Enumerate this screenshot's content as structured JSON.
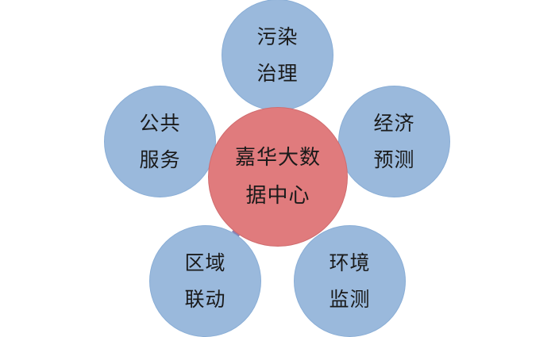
{
  "diagram": {
    "center": {
      "line1": "嘉华大数",
      "line2": "据中心",
      "color": "#e07b7d"
    },
    "satellite_color": "#9ab9dc",
    "connector_color": "#8a7fb0",
    "satellites": [
      {
        "line1": "污染",
        "line2": "治理"
      },
      {
        "line1": "经济",
        "line2": "预测"
      },
      {
        "line1": "环境",
        "line2": "监测"
      },
      {
        "line1": "区域",
        "line2": "联动"
      },
      {
        "line1": "公共",
        "line2": "服务"
      }
    ]
  }
}
